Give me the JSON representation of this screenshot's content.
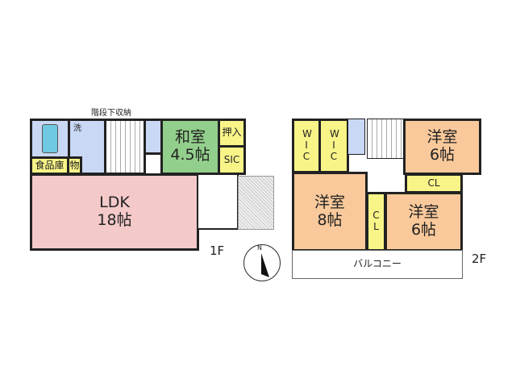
{
  "floor1": {
    "label": "1F",
    "storage_under_stairs": "階段下収納",
    "washroom": "洗",
    "pantry": "食品庫",
    "storage": "物",
    "japanese_room": "和室",
    "japanese_room_size": "4.5帖",
    "closet": "押入",
    "sic": "SIC",
    "ldk": "LDK",
    "ldk_size": "18帖"
  },
  "floor2": {
    "label": "2F",
    "wic1": "W I C",
    "wic2": "W I C",
    "room_top": "洋室",
    "room_top_size": "6帖",
    "room_left": "洋室",
    "room_left_size": "8帖",
    "room_right": "洋室",
    "room_right_size": "6帖",
    "cl_top": "CL",
    "cl_side": "C L",
    "balcony": "バルコニー"
  },
  "compass": {
    "north": "N"
  }
}
